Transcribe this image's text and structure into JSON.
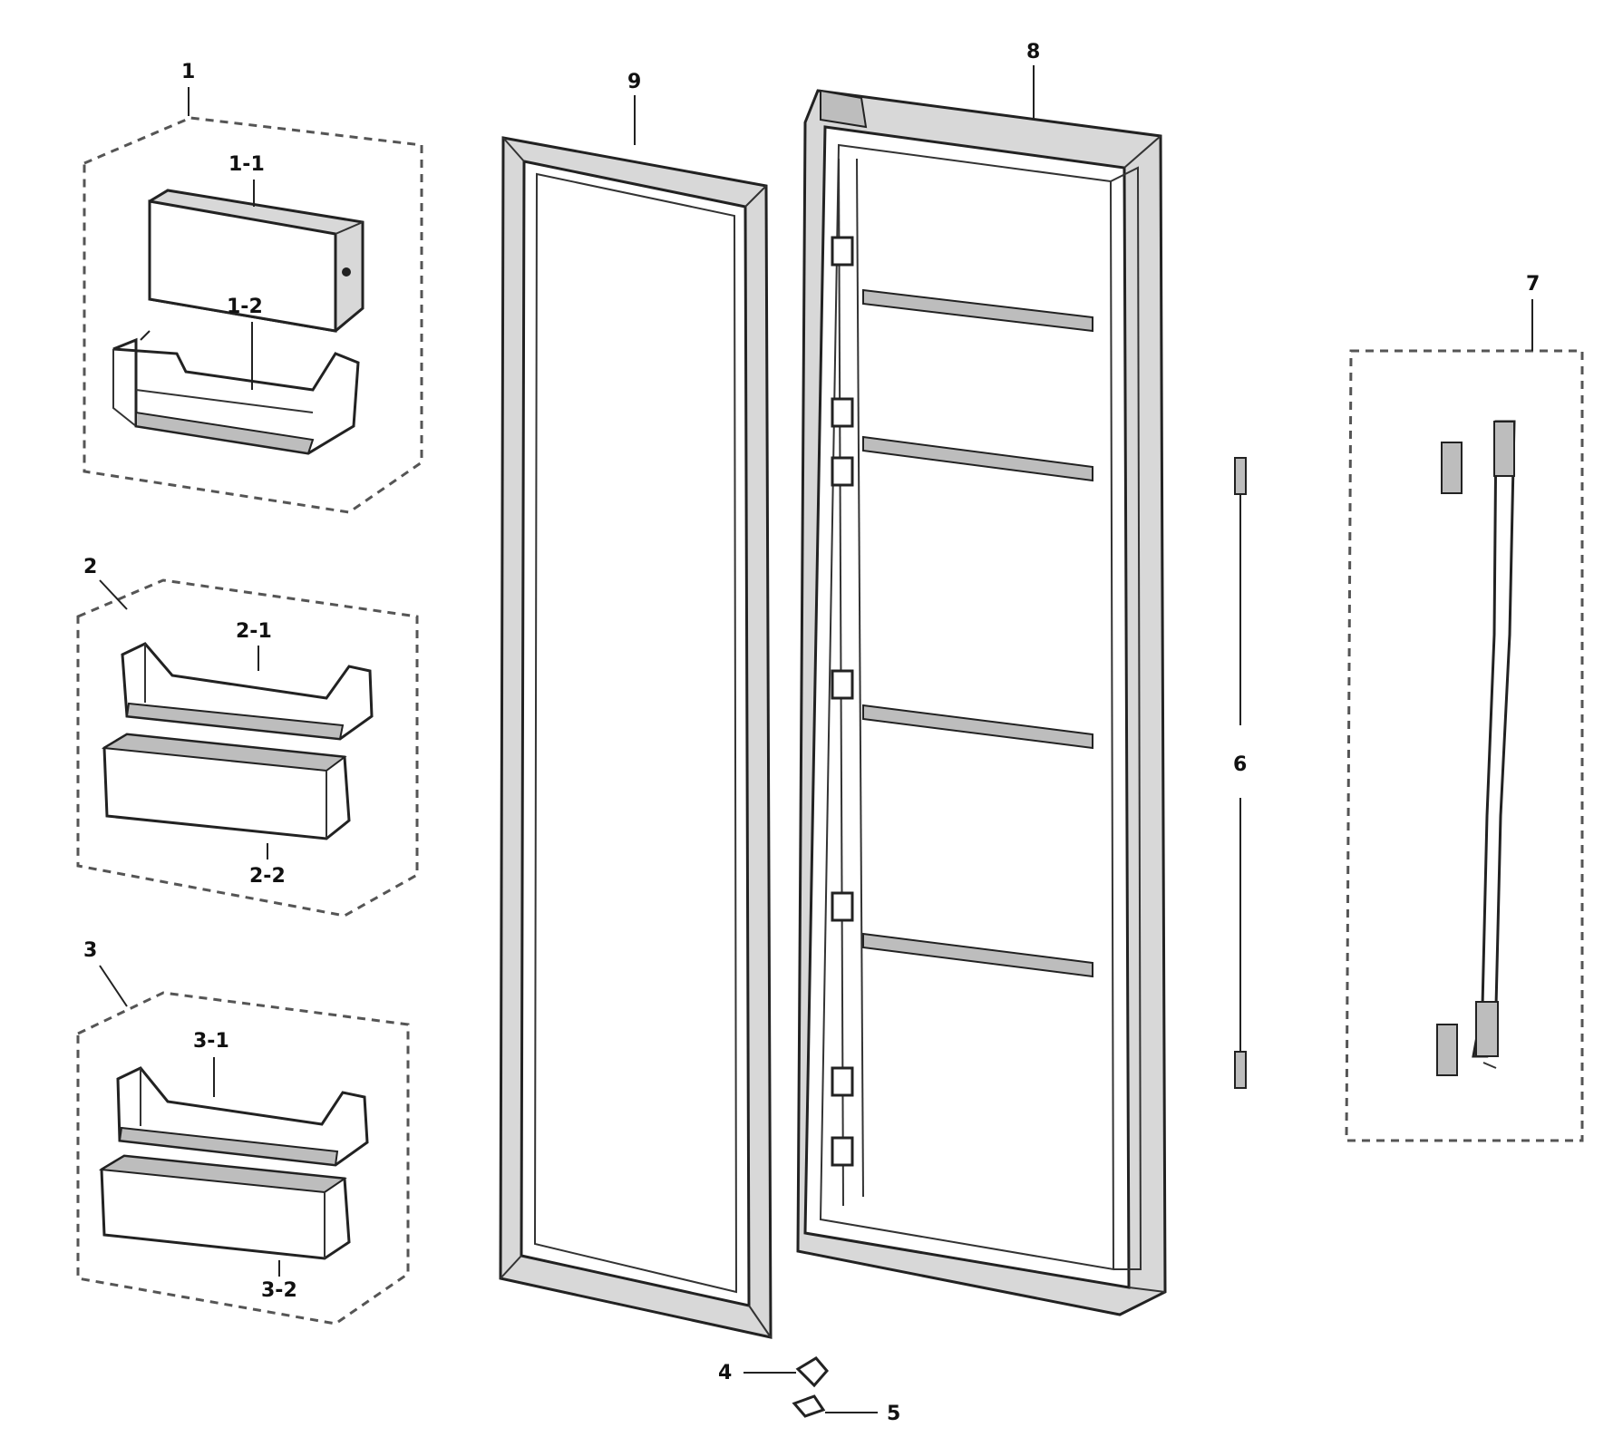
{
  "callouts": {
    "c1": "1",
    "c1_1": "1-1",
    "c1_2": "1-2",
    "c2": "2",
    "c2_1": "2-1",
    "c2_2": "2-2",
    "c3": "3",
    "c3_1": "3-1",
    "c3_2": "3-2",
    "c4": "4",
    "c5": "5",
    "c6": "6",
    "c7": "7",
    "c8": "8",
    "c9": "9"
  }
}
